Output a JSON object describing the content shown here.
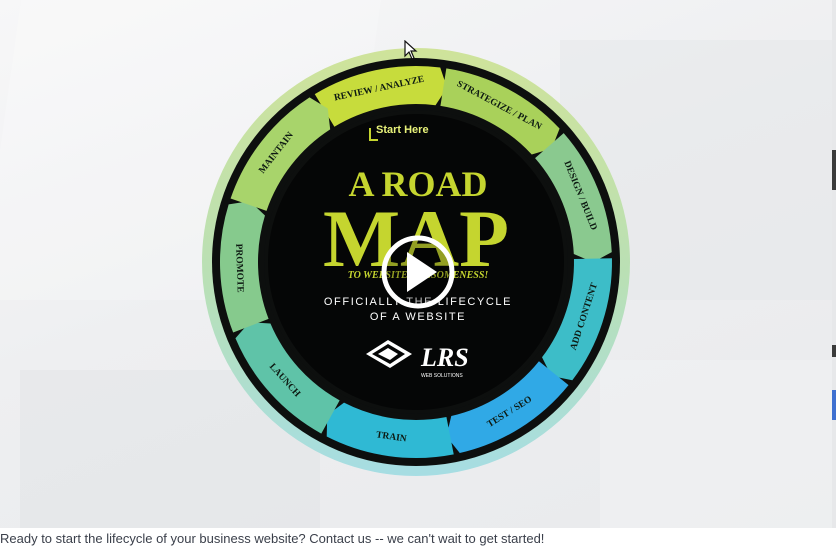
{
  "video": {
    "title_line1": "A ROAD",
    "title_line2": "MAP",
    "tagline": "TO WEBSITE AWESOMENESS!",
    "subtitle_line1": "OFFICIALLY THE LIFECYCLE",
    "subtitle_line2": "OF A WEBSITE",
    "start_label": "Start Here",
    "logo_text": "LRS",
    "logo_sub": "WEB SOLUTIONS",
    "play_icon": "play-icon",
    "cursor_icon": "mouse-pointer-icon",
    "segments": [
      {
        "label": "REVIEW / ANALYZE",
        "color": "#c7dc3c"
      },
      {
        "label": "STRATEGIZE / PLAN",
        "color": "#a9d15a"
      },
      {
        "label": "DESIGN / BUILD",
        "color": "#8ac98f"
      },
      {
        "label": "ADD CONTENT",
        "color": "#3dbdc8"
      },
      {
        "label": "TEST / SEO",
        "color": "#30a9e6"
      },
      {
        "label": "TRAIN",
        "color": "#2fb9d4"
      },
      {
        "label": "LAUNCH",
        "color": "#5fc3a8"
      },
      {
        "label": "PROMOTE",
        "color": "#86ca8d"
      },
      {
        "label": "MAINTAIN",
        "color": "#a8d46b"
      }
    ],
    "colors": {
      "ring_dark": "#0d0f0e",
      "accent_green": "#c5d52f",
      "outer_ring_top": "#c8df8c",
      "outer_ring_bottom": "#a6dde3"
    }
  },
  "caption": "Ready to start the lifecycle of your business website? Contact us -- we can't wait to get started!"
}
